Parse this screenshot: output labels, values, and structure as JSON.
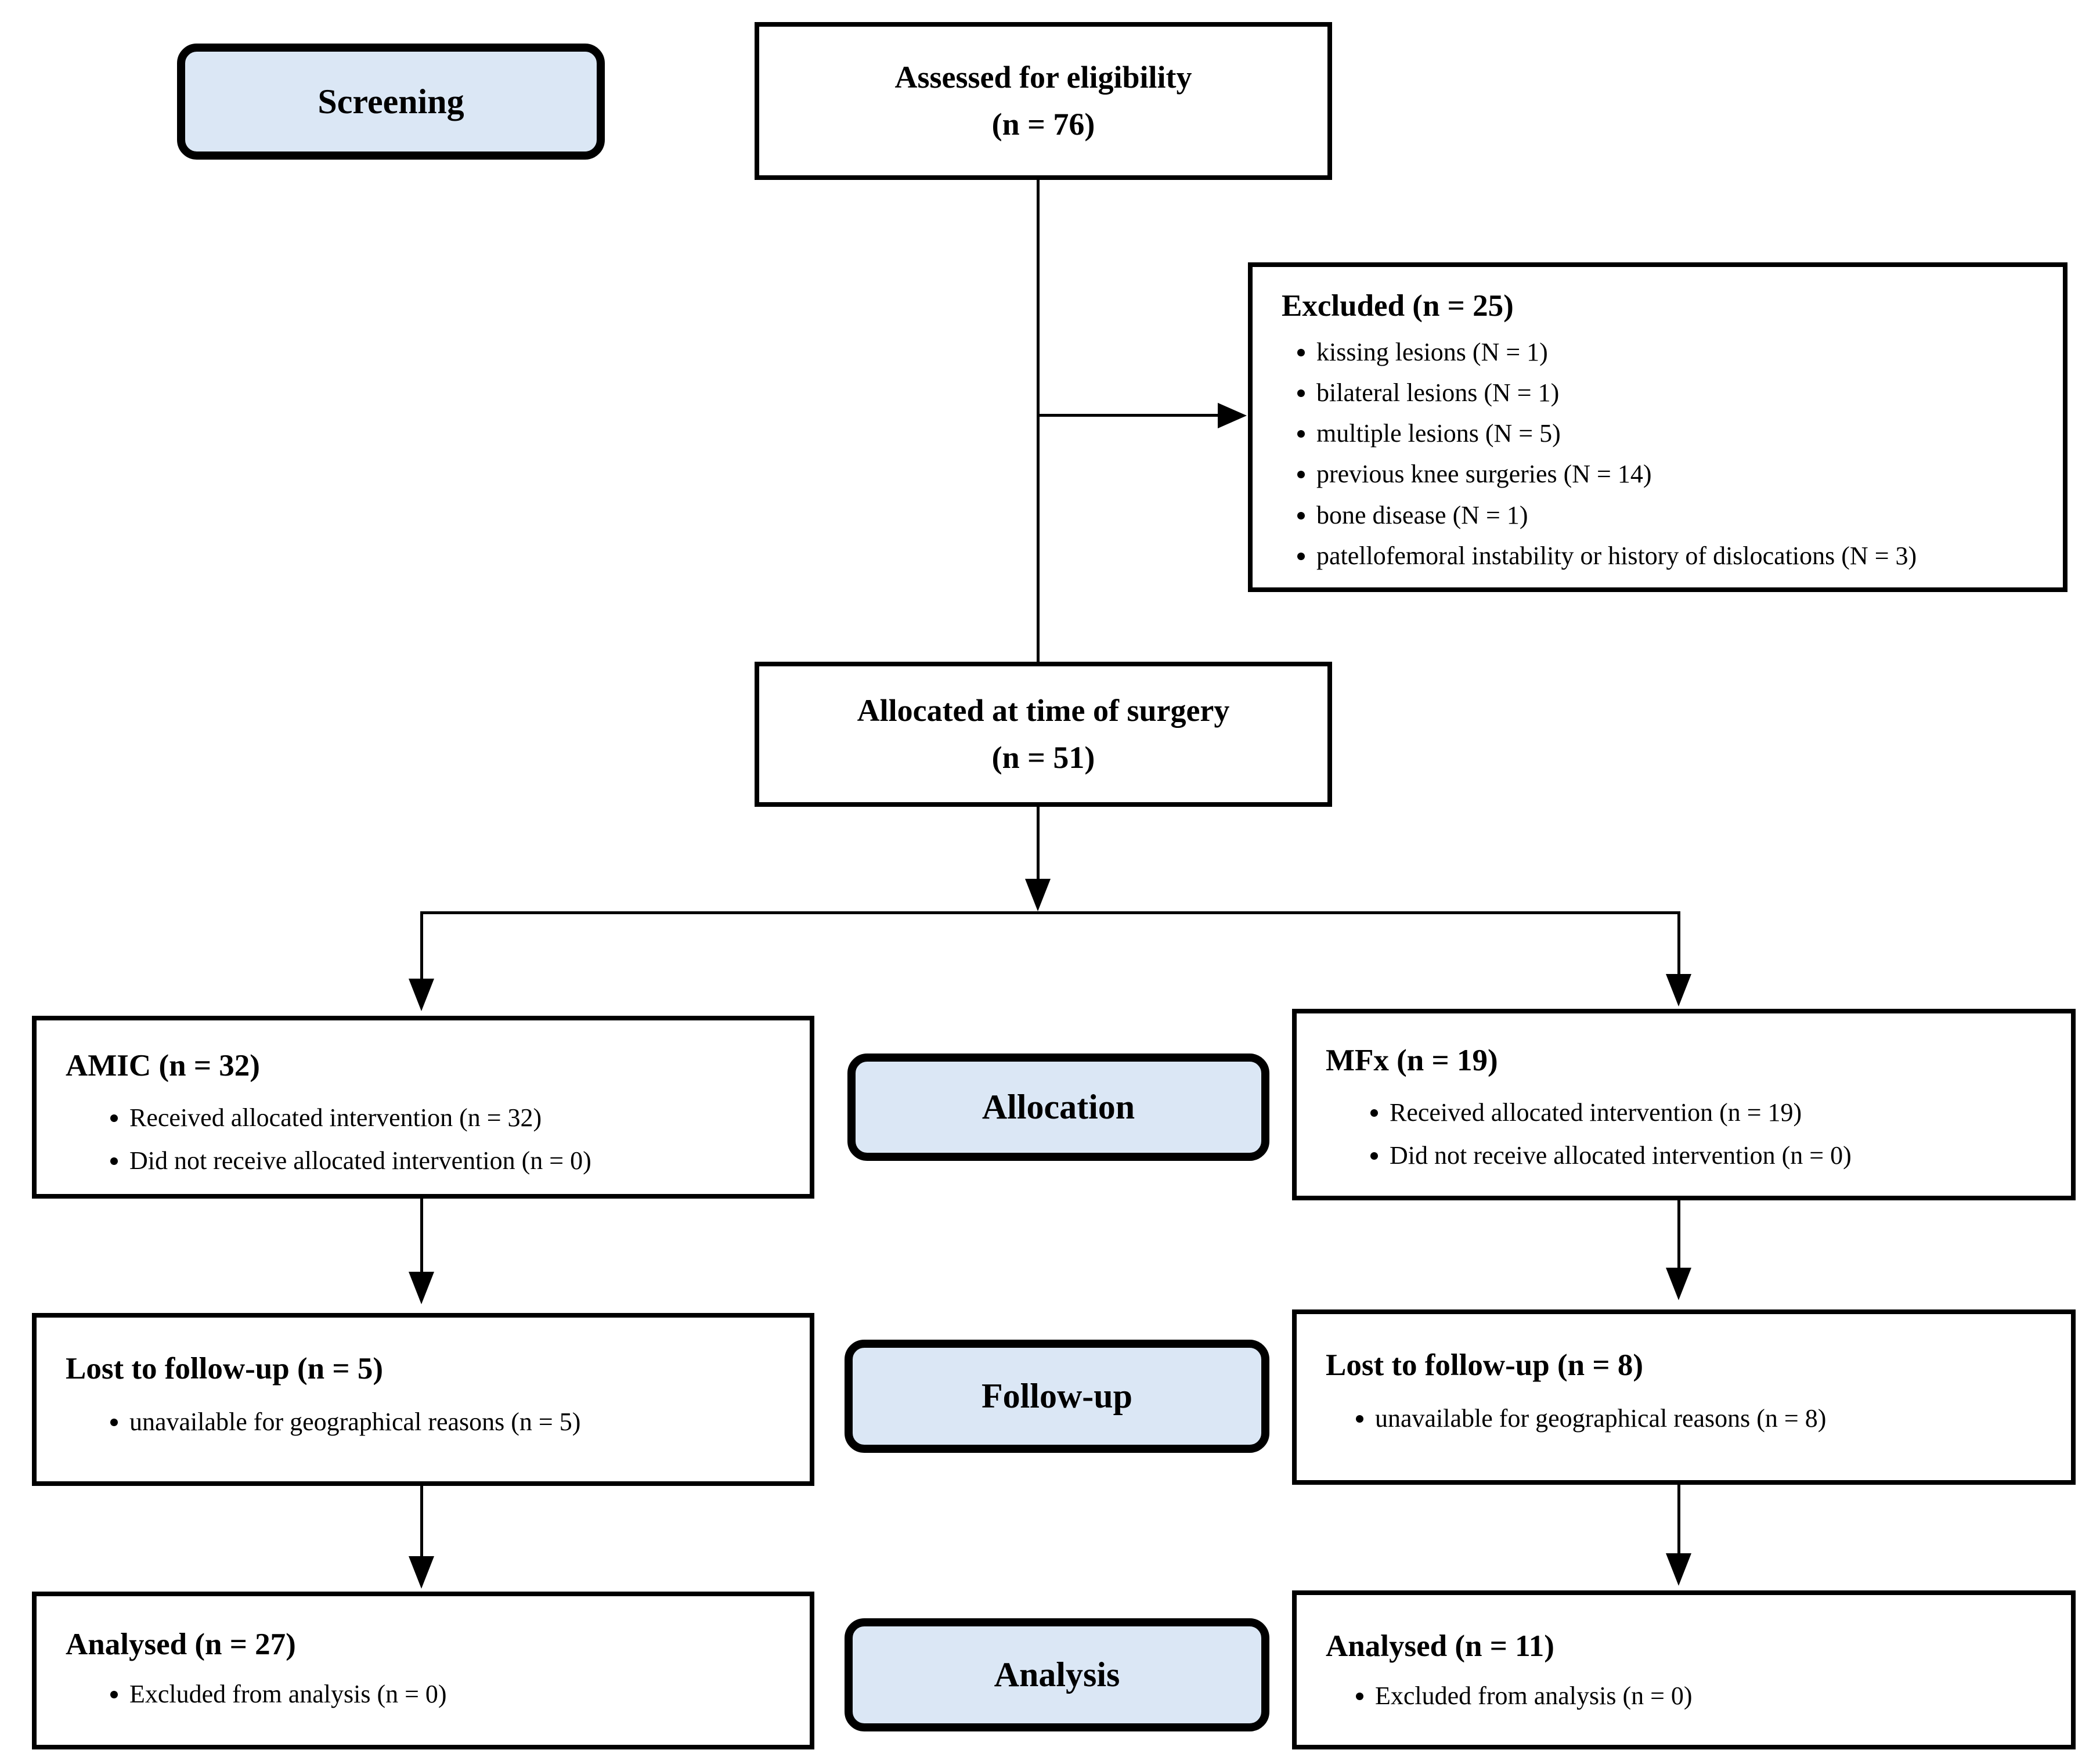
{
  "diagram": {
    "type": "consort-flow",
    "colors": {
      "stage_fill": "#dbe7f5",
      "border": "#000000",
      "box_fill": "#ffffff"
    },
    "stages": [
      {
        "label": "Screening"
      },
      {
        "label": "Allocation"
      },
      {
        "label": "Follow-up"
      },
      {
        "label": "Analysis"
      }
    ],
    "boxes": {
      "assessed": {
        "line1": "Assessed for eligibility",
        "line2": "(n = 76)"
      },
      "excluded": {
        "title": "Excluded (n = 25)",
        "bullets": [
          "kissing lesions (N = 1)",
          "bilateral lesions (N = 1)",
          "multiple lesions (N = 5)",
          "previous knee surgeries (N = 14)",
          "bone disease (N = 1)",
          "patellofemoral instability or history of dislocations (N = 3)"
        ]
      },
      "allocated": {
        "line1": "Allocated at time of surgery",
        "line2": "(n = 51)"
      },
      "amic": {
        "title": "AMIC (n = 32)",
        "bullets": [
          "Received allocated intervention (n = 32)",
          "Did not receive allocated intervention (n = 0)"
        ]
      },
      "mfx": {
        "title": "MFx (n = 19)",
        "bullets": [
          "Received allocated intervention (n = 19)",
          "Did not receive allocated intervention (n = 0)"
        ]
      },
      "lost_amic": {
        "title": "Lost to follow-up (n = 5)",
        "bullets": [
          "unavailable for geographical reasons (n = 5)"
        ]
      },
      "lost_mfx": {
        "title": "Lost to follow-up (n = 8)",
        "bullets": [
          "unavailable for geographical reasons (n = 8)"
        ]
      },
      "analysed_amic": {
        "title": "Analysed (n = 27)",
        "bullets": [
          "Excluded from analysis (n = 0)"
        ]
      },
      "analysed_mfx": {
        "title": "Analysed (n = 11)",
        "bullets": [
          "Excluded from analysis (n = 0)"
        ]
      }
    }
  }
}
